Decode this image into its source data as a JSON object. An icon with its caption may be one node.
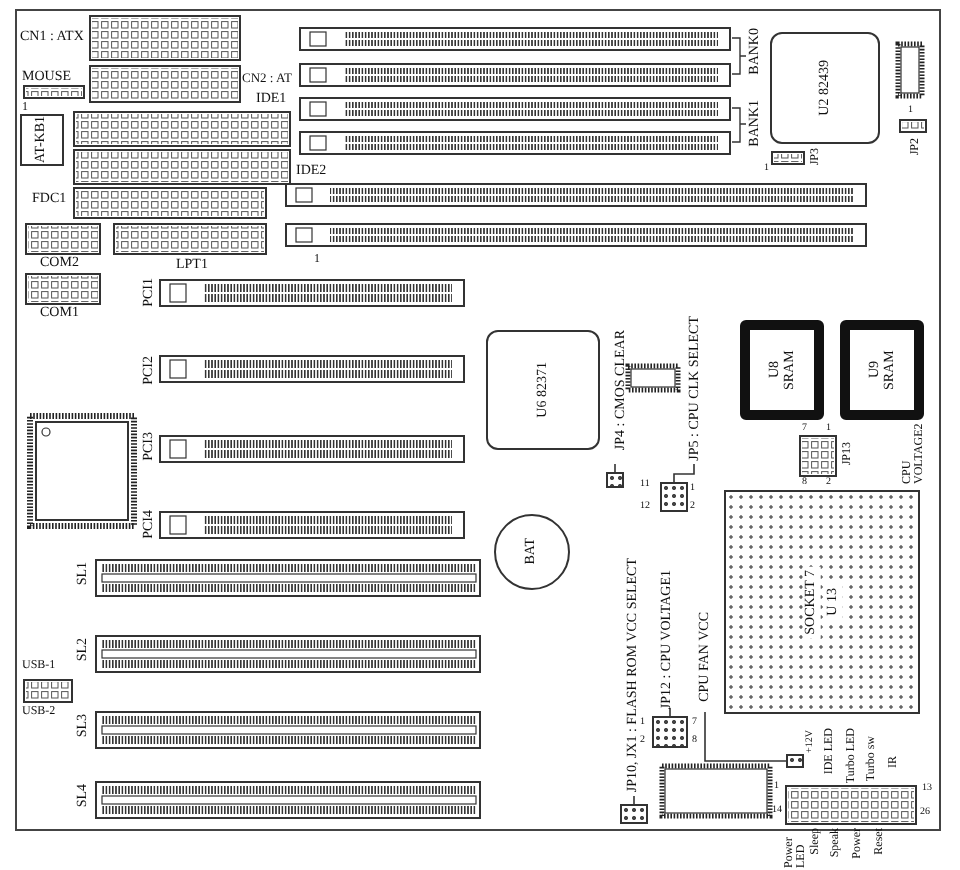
{
  "diagram": {
    "nodes": [
      {
        "text": [
          "U2 82439"
        ]
      },
      {
        "text": [
          "AT-KB1"
        ]
      },
      {
        "text": [
          "U6 82371"
        ]
      },
      {
        "text": [
          "U8 SRAM"
        ]
      },
      {
        "text": [
          "U9 SRAM"
        ]
      },
      {
        "text": [
          "BAT"
        ]
      },
      {
        "text": [
          "SOCKET 7",
          "U 13"
        ]
      },
      {
        "text": [
          "JP4 : CMOS CLEAR"
        ]
      },
      {
        "text": [],
        "shape": "box"
      },
      {
        "text": [
          "JP5 : CPU CLK SELECT"
        ]
      },
      {
        "text": [],
        "shape": "box"
      },
      {
        "text": [
          "JP10, JX1 : FLASH ROM VCC SELECT"
        ]
      },
      {
        "text": [],
        "shape": "box"
      },
      {
        "text": [
          "JP12 : CPU VOLTAGE1"
        ]
      },
      {
        "text": [],
        "shape": "box"
      },
      {
        "text": [
          "CPU FAN VCC"
        ]
      },
      {
        "text": [],
        "shape": "box"
      }
    ],
    "edges": [
      {
        "from": 7,
        "to": 8,
        "arrow": "none"
      },
      {
        "from": 9,
        "to": 10,
        "arrow": "none"
      },
      {
        "from": 11,
        "to": 12,
        "arrow": "none"
      },
      {
        "from": 13,
        "to": 14,
        "arrow": "none"
      },
      {
        "from": 15,
        "to": 16,
        "arrow": "none"
      }
    ],
    "labels": [
      "CN1 : ATX",
      "MOUSE",
      "CN2 : AT",
      "1",
      "IDE1",
      "IDE2",
      "FDC1",
      "COM2",
      "LPT1",
      "COM1",
      "BANK0",
      "BANK1",
      "JP3",
      "1",
      "JP2",
      "1",
      "1",
      "PCI1",
      "PCI2",
      "PCI3",
      "PCI4",
      "SL1",
      "SL2",
      "SL3",
      "SL4",
      "USB-1",
      "USB-2",
      "CPU VOLTAGE2",
      "JP13",
      "7",
      "1",
      "11",
      "1",
      "8",
      "2",
      "12",
      "2",
      "1",
      "2",
      "7",
      "8",
      "+12V",
      "Power LED",
      "Sleep",
      "Speak",
      "Power",
      "Reset",
      "IDE LED",
      "Turbo LED",
      "Turbo sw",
      "IR",
      "1",
      "14",
      "13",
      "26"
    ]
  }
}
